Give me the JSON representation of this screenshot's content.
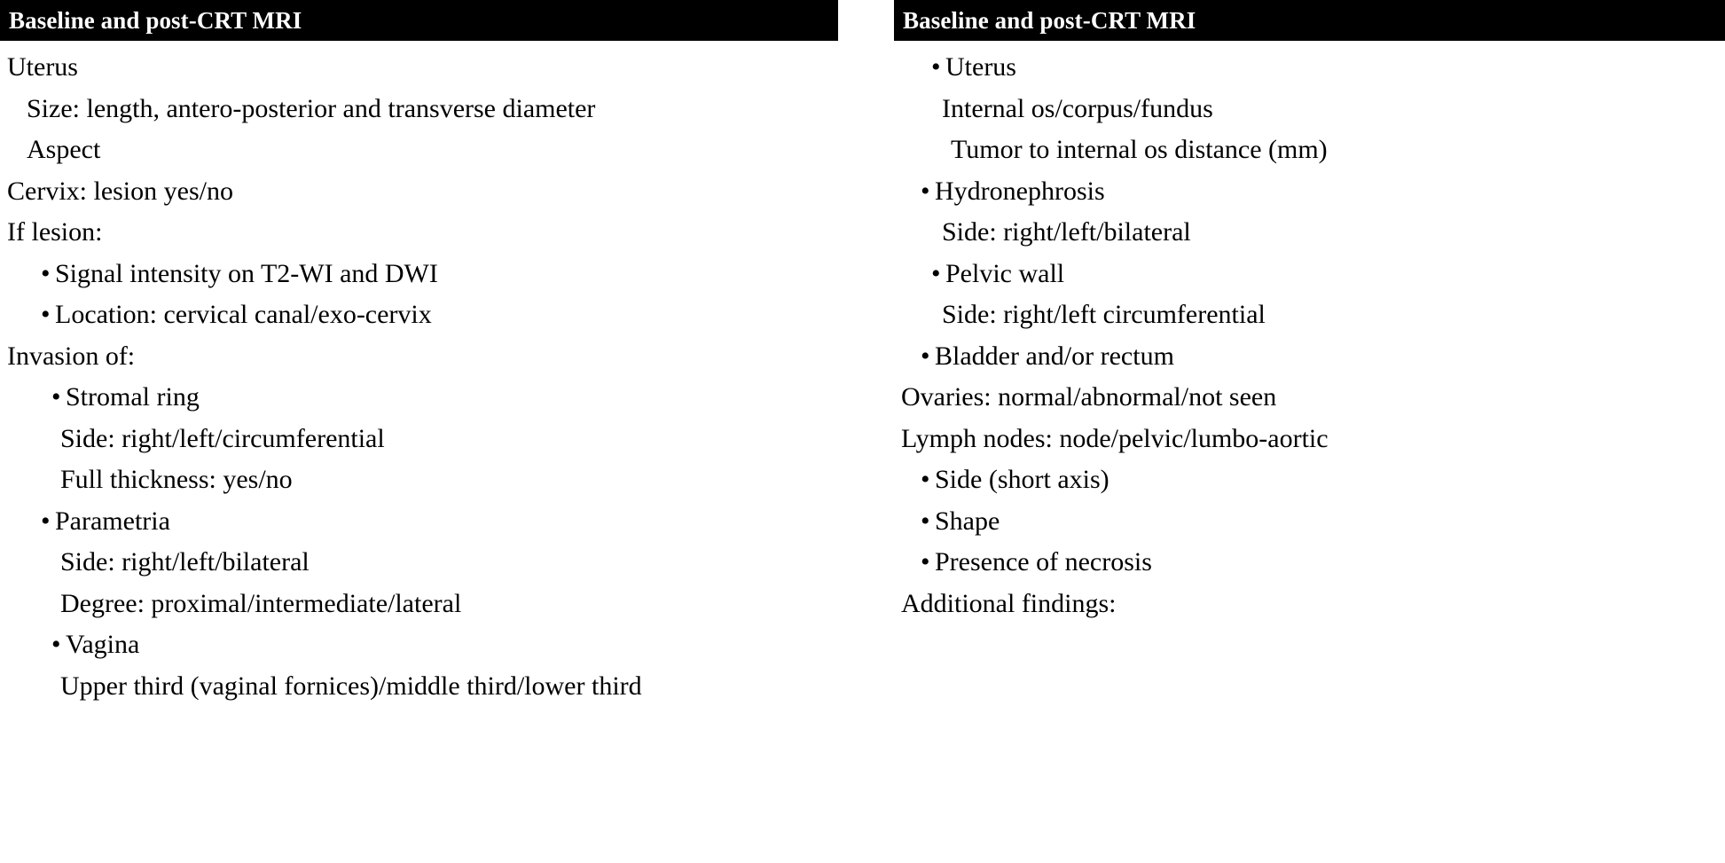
{
  "columns": [
    {
      "id": "left",
      "header": "Baseline and post-CRT MRI",
      "lines": [
        {
          "text": "Uterus",
          "indent": 0,
          "bullet": false
        },
        {
          "text": "Size: length, antero-posterior and transverse diameter",
          "indent": 1,
          "bullet": false
        },
        {
          "text": "Aspect",
          "indent": 1,
          "bullet": false
        },
        {
          "text": "Cervix: lesion yes/no",
          "indent": 0,
          "bullet": false
        },
        {
          "text": "If lesion:",
          "indent": 0,
          "bullet": false
        },
        {
          "text": "Signal intensity on T2-WI and DWI",
          "indent": 2,
          "bullet": true
        },
        {
          "text": "Location: cervical canal/exo-cervix",
          "indent": 2,
          "bullet": true
        },
        {
          "text": "Invasion of:",
          "indent": 0,
          "bullet": false
        },
        {
          "text": "Stromal ring",
          "indent": 3,
          "bullet": true
        },
        {
          "text": "Side: right/left/circumferential",
          "indent": 4,
          "bullet": false
        },
        {
          "text": "Full thickness: yes/no",
          "indent": 4,
          "bullet": false
        },
        {
          "text": "Parametria",
          "indent": 2,
          "bullet": true
        },
        {
          "text": "Side: right/left/bilateral",
          "indent": 4,
          "bullet": false
        },
        {
          "text": "Degree: proximal/intermediate/lateral",
          "indent": 4,
          "bullet": false
        },
        {
          "text": "Vagina",
          "indent": 3,
          "bullet": true
        },
        {
          "text": "Upper third (vaginal fornices)/middle third/lower third",
          "indent": 4,
          "bullet": false
        }
      ]
    },
    {
      "id": "right",
      "header": "Baseline and post-CRT MRI",
      "lines": [
        {
          "text": "Uterus",
          "indent": 1,
          "bullet": true
        },
        {
          "text": "Internal os/corpus/fundus",
          "indent": 2,
          "bullet": false
        },
        {
          "text": "Tumor to internal os distance (mm)",
          "indent": 3,
          "bullet": false
        },
        {
          "text": "Hydronephrosis",
          "indent": 4,
          "bullet": true
        },
        {
          "text": "Side: right/left/bilateral",
          "indent": 2,
          "bullet": false
        },
        {
          "text": "Pelvic wall",
          "indent": 1,
          "bullet": true
        },
        {
          "text": "Side: right/left circumferential",
          "indent": 2,
          "bullet": false
        },
        {
          "text": "Bladder and/or rectum",
          "indent": 4,
          "bullet": true
        },
        {
          "text": "Ovaries: normal/abnormal/not seen",
          "indent": 0,
          "bullet": false
        },
        {
          "text": "Lymph nodes: node/pelvic/lumbo-aortic",
          "indent": 0,
          "bullet": false
        },
        {
          "text": "Side (short axis)",
          "indent": 4,
          "bullet": true
        },
        {
          "text": "Shape",
          "indent": 4,
          "bullet": true
        },
        {
          "text": "Presence of necrosis",
          "indent": 4,
          "bullet": true
        },
        {
          "text": "Additional findings:",
          "indent": 0,
          "bullet": false
        }
      ]
    }
  ],
  "glyphs": {
    "bullet": "•"
  },
  "colors": {
    "header_background": "#000000",
    "header_text": "#ffffff",
    "body_text": "#000000",
    "page_background": "#ffffff"
  }
}
